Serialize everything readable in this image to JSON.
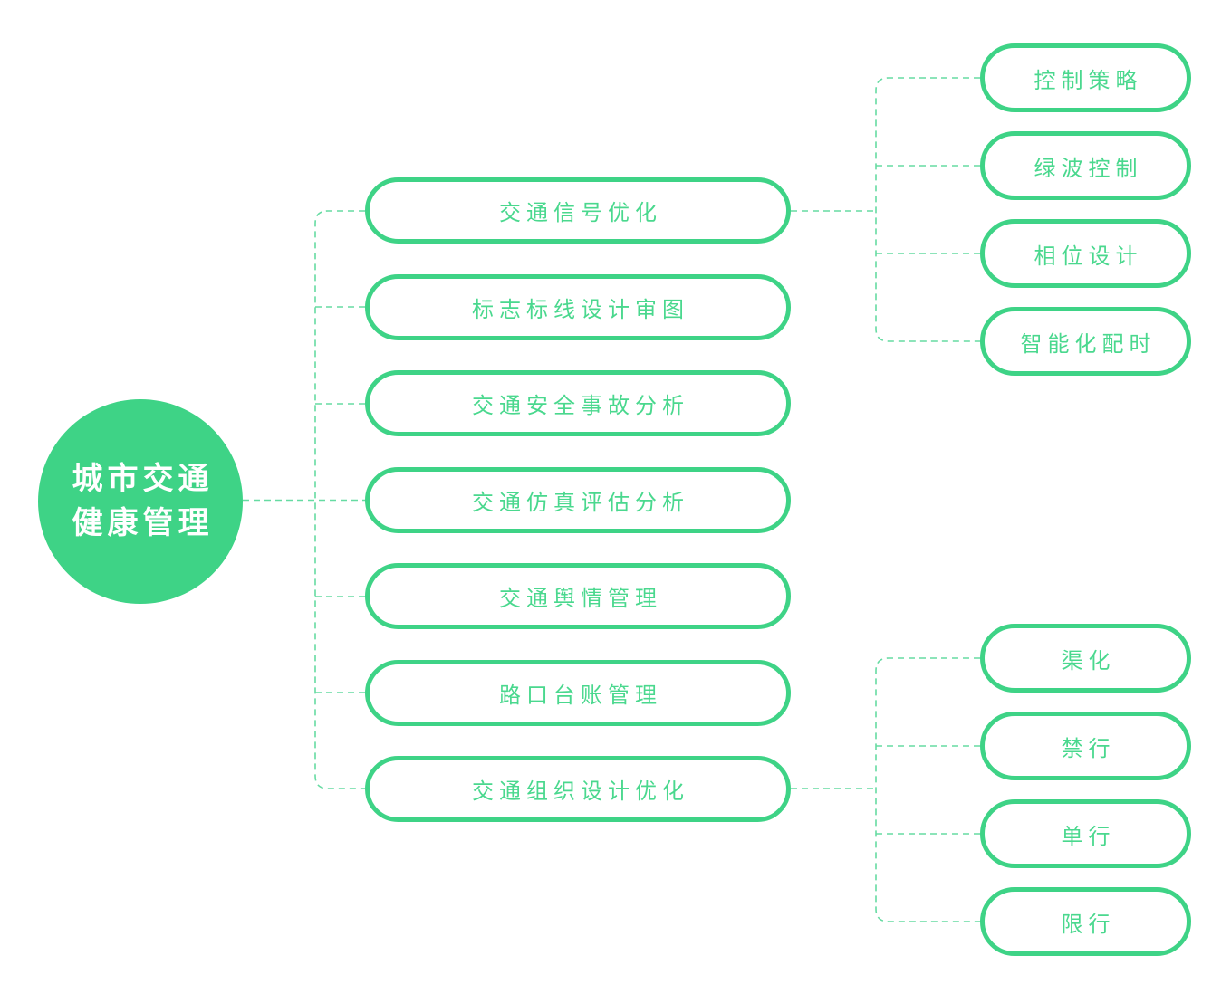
{
  "root": {
    "line1": "城市交通",
    "line2": "健康管理"
  },
  "branches": [
    {
      "label": "交通信号优化",
      "children": [
        "控制策略",
        "绿波控制",
        "相位设计",
        "智能化配时"
      ]
    },
    {
      "label": "标志标线设计审图",
      "children": []
    },
    {
      "label": "交通安全事故分析",
      "children": []
    },
    {
      "label": "交通仿真评估分析",
      "children": []
    },
    {
      "label": "交通舆情管理",
      "children": []
    },
    {
      "label": "路口台账管理",
      "children": []
    },
    {
      "label": "交通组织设计优化",
      "children": [
        "渠化",
        "禁行",
        "单行",
        "限行"
      ]
    }
  ],
  "colors": {
    "node_green": "#3ed386",
    "text_green": "#4ad88e",
    "dash_green": "#66dba2",
    "root_text": "#ffffff"
  }
}
